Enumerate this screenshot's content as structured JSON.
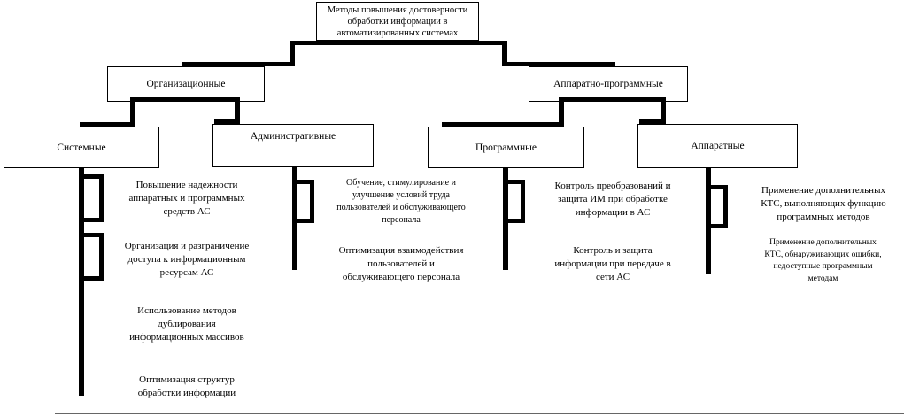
{
  "diagram": {
    "root": {
      "label": "Методы повышения достоверности\nобработки информации в\nавтоматизированных системах"
    },
    "branches": [
      {
        "label": "Организационные",
        "children": [
          {
            "label": "Системные",
            "items": [
              "Повышение надежности\nаппаратных и программных\nсредств АС",
              "Организация и разграничение\nдоступа к информационным\nресурсам АС",
              "Использование методов\nдублирования\nинформационных массивов",
              "Оптимизация структур\nобработки информации"
            ]
          },
          {
            "label": "Административные",
            "items": [
              "Обучение, стимулирование и\nулучшение условий труда\nпользователей и обслуживающего\nперсонала",
              "Оптимизация взаимодействия\nпользователей и\nобслуживающего персонала"
            ]
          }
        ]
      },
      {
        "label": "Аппаратно-программные",
        "children": [
          {
            "label": "Программные",
            "items": [
              "Контроль преобразований и\nзащита ИМ при обработке\nинформации в АС",
              "Контроль и защита\nинформации при передаче в\nсети АС"
            ]
          },
          {
            "label": "Аппаратные",
            "items": [
              "Применение дополнительных\nКТС, выполняющих функцию\nпрограммных методов",
              "Применение дополнительных\nКТС, обнаруживающих ошибки,\nнедоступные программным\nметодам"
            ]
          }
        ]
      }
    ]
  },
  "colors": {
    "line": "#000000",
    "background": "#ffffff"
  }
}
